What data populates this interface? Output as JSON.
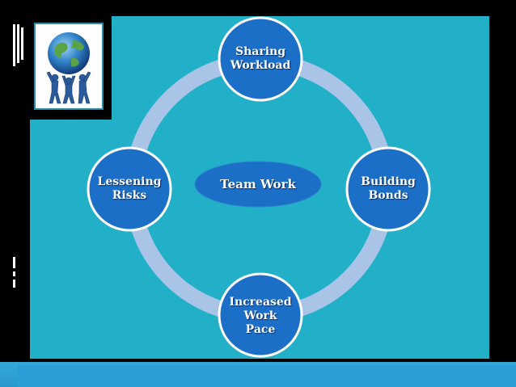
{
  "diagram": {
    "center": "Team Work",
    "nodes": [
      {
        "label": "Sharing\nWorkload"
      },
      {
        "label": "Building\nBonds"
      },
      {
        "label": "Increased\nWork\nPace"
      },
      {
        "label": "Lessening\nRisks"
      }
    ]
  },
  "colors": {
    "panel": "#22b0c8",
    "ring": "#a9c4e6",
    "node": "#1c6fc6",
    "node_border": "#ffffff",
    "center_ellipse": "#1c6fc6"
  },
  "logo": {
    "icon": "globe-with-people-icon"
  }
}
